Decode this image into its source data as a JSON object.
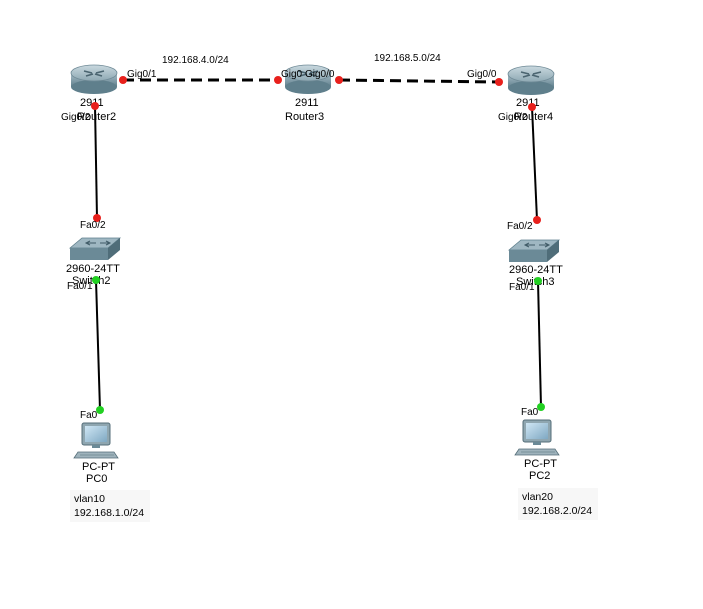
{
  "colors": {
    "link": "#000000",
    "port_down": "#e8201c",
    "port_up": "#22d022",
    "router_body": "#7f9aa6",
    "switch_body": "#6b8a97",
    "note_bg": "#f7f7f7"
  },
  "devices": {
    "router2": {
      "model": "2911",
      "name": "Router2",
      "icon": "router-icon"
    },
    "router3": {
      "model": "2911",
      "name": "Router3",
      "icon": "router-icon"
    },
    "router4": {
      "model": "2911",
      "name": "Router4",
      "icon": "router-icon"
    },
    "switch2": {
      "model": "2960-24TT",
      "name": "Switch2",
      "icon": "switch-icon"
    },
    "switch3": {
      "model": "2960-24TT",
      "name": "Switch3",
      "icon": "switch-icon"
    },
    "pc0": {
      "model": "PC-PT",
      "name": "PC0",
      "icon": "pc-icon"
    },
    "pc2": {
      "model": "PC-PT",
      "name": "PC2",
      "icon": "pc-icon"
    }
  },
  "links": {
    "r2_r3": {
      "network": "192.168.4.0/24",
      "port_a": "Gig0/1",
      "port_b": "Gig0"
    },
    "r3_r4": {
      "network": "192.168.5.0/24",
      "port_a": "Gig0/0",
      "port_b": "Gig0/0"
    },
    "r2_sw2": {
      "port_router": "Gig0/2",
      "port_switch": "Fa0/2"
    },
    "sw2_pc0": {
      "port_switch": "Fa0/1",
      "port_pc": "Fa0"
    },
    "r4_sw3": {
      "port_router": "Gig0/2",
      "port_switch": "Fa0/2"
    },
    "sw3_pc2": {
      "port_switch": "Fa0/1",
      "port_pc": "Fa0"
    }
  },
  "notes": {
    "left": {
      "vlan": "vlan10",
      "subnet": "192.168.1.0/24"
    },
    "right": {
      "vlan": "vlan20",
      "subnet": "192.168.2.0/24"
    }
  }
}
